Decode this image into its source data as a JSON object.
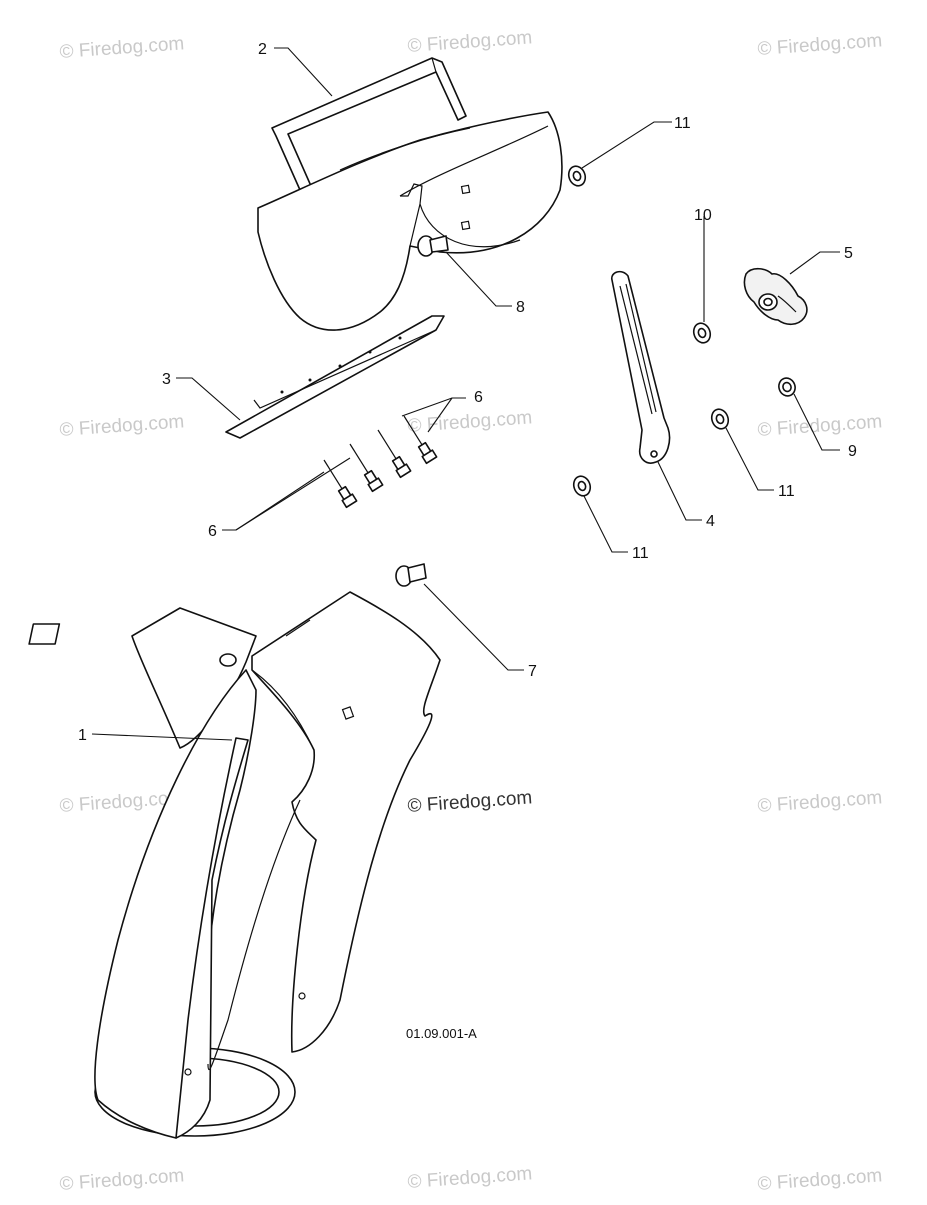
{
  "watermark": {
    "text": "© Firedog.com",
    "main_text": "© Firedog.com"
  },
  "drawing_code": "01.09.001-A",
  "callouts": {
    "c1": "1",
    "c2": "2",
    "c3": "3",
    "c4": "4",
    "c5": "5",
    "c6a": "6",
    "c6b": "6",
    "c7": "7",
    "c8": "8",
    "c9": "9",
    "c10": "10",
    "c11a": "11",
    "c11b": "11",
    "c11c": "11"
  }
}
